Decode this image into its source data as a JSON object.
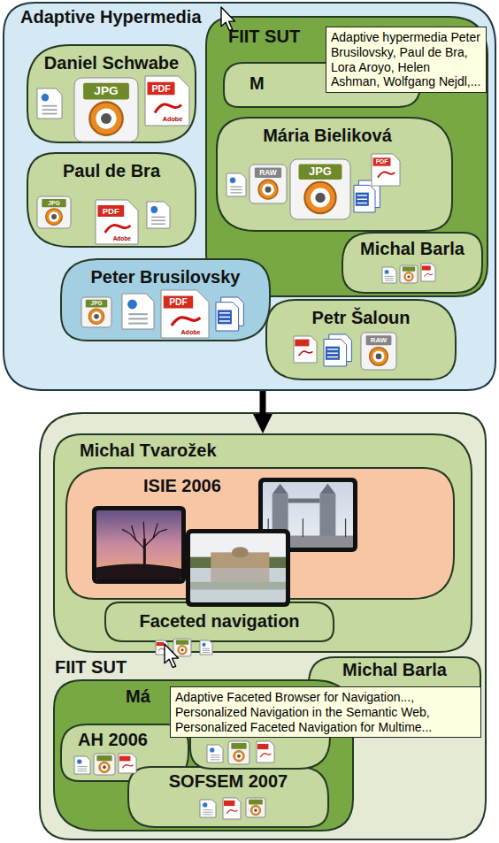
{
  "diagram": {
    "nodes": [
      {
        "text": [
          "Adaptive Hypermedia"
        ]
      },
      {
        "text": [
          "Daniel Schwabe"
        ],
        "in": 0
      },
      {
        "text": [
          "FIIT SUT"
        ],
        "in": 0
      },
      {
        "text": [
          "M"
        ],
        "in": 2
      },
      {
        "text": [
          "Mária Bieliková"
        ],
        "in": 2
      },
      {
        "text": [
          "Michal Barla"
        ],
        "in": 2
      },
      {
        "text": [
          "Paul de Bra"
        ],
        "in": 0
      },
      {
        "text": [
          "Peter Brusilovsky"
        ],
        "in": 0
      },
      {
        "text": [
          "Petr Šaloun"
        ],
        "in": 0
      },
      {
        "text": [
          "FIIT SUT"
        ]
      },
      {
        "text": [
          "Michal Tvarožek"
        ],
        "in": 9
      },
      {
        "text": [
          "ISIE 2006"
        ],
        "in": 10
      },
      {
        "text": [
          "Faceted navigation"
        ],
        "in": 10
      },
      {
        "text": [
          "Michal Barla"
        ],
        "in": 9
      },
      {
        "text": [
          "Má"
        ],
        "in": 9
      },
      {
        "text": [
          "AH 2006"
        ],
        "in": 14
      },
      {
        "text": [
          "SOFSEM 2007"
        ],
        "in": 14
      }
    ],
    "edges": [
      {
        "from": 0,
        "to": 10,
        "arrow": "to"
      }
    ],
    "labels": [
      "Adaptive hypermedia Peter Brusilovsky, Paul de Bra, Lora Aroyo, Helen Ashman, Wolfgang Nejdl,...",
      "JPG",
      "PDF",
      "Adobe",
      "JPG",
      "PDF",
      "Adobe",
      "JPG",
      "PDF",
      "Adobe",
      "RAW",
      "JPG",
      "PDF",
      "RAW",
      "Adaptive Faceted Browser for Navigation..., Personalized Navigation in the Semantic Web, Personalized Faceted Navigation for Multime..."
    ]
  }
}
